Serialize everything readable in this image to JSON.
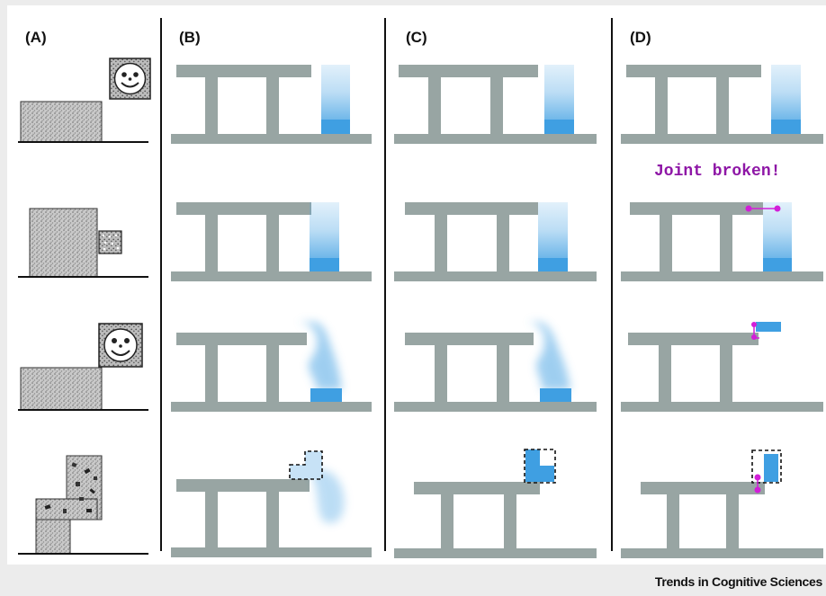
{
  "panels": {
    "a": "(A)",
    "b": "(B)",
    "c": "(C)",
    "d": "(D)"
  },
  "annotation": "Joint broken!",
  "footer": "Trends in Cognitive Sciences",
  "colors": {
    "frame": "#98a5a3",
    "water": "#3f9fe2",
    "joint": "#d21fd8",
    "annotation": "#8e16a6",
    "divider": "#111111"
  }
}
